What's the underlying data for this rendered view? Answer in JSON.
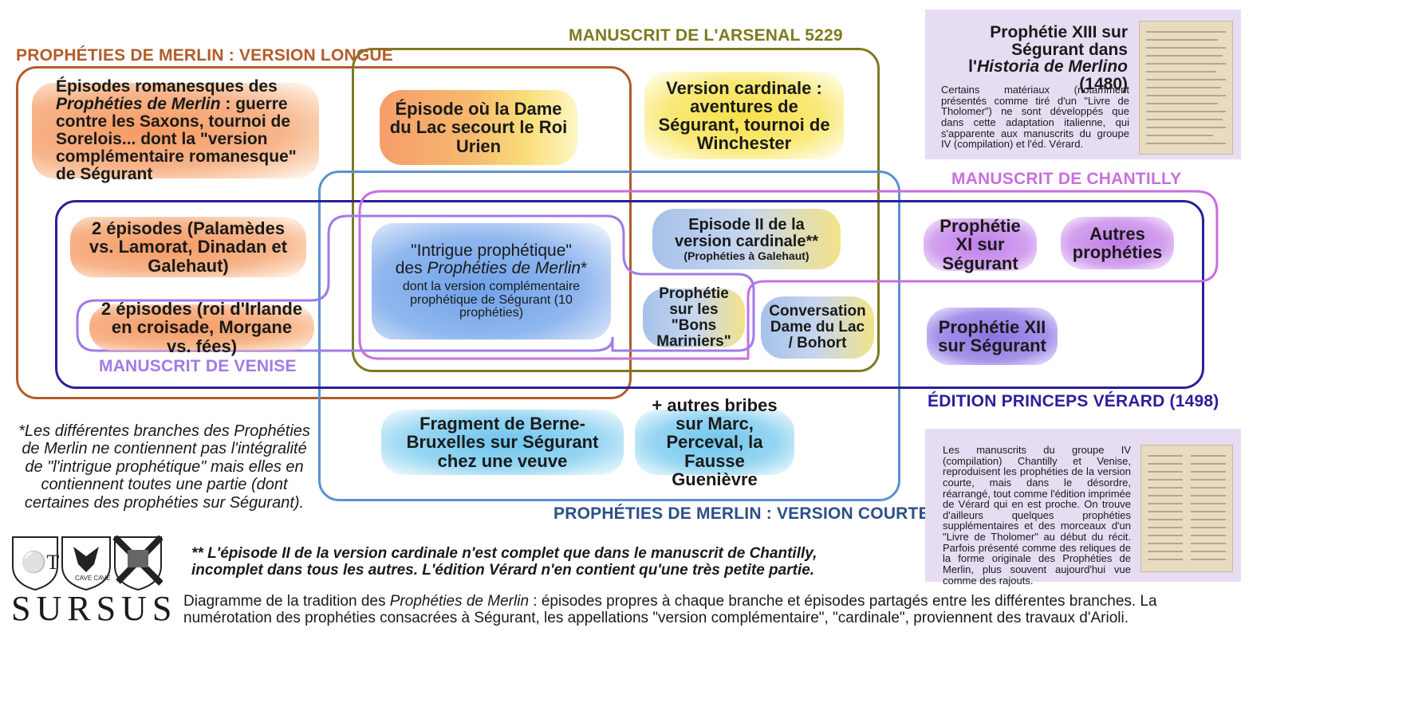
{
  "sets": {
    "longue": {
      "label": "PROPHÉTIES DE MERLIN : VERSION LONGUE",
      "color": "#b35c2a"
    },
    "arsenal": {
      "label": "MANUSCRIT DE L'ARSENAL 5229",
      "color": "#7d7a1e"
    },
    "chantilly": {
      "label": "MANUSCRIT DE CHANTILLY",
      "color": "#c86fde"
    },
    "venise": {
      "label": "MANUSCRIT DE VENISE",
      "color": "#a17be6"
    },
    "courte": {
      "label": "PROPHÉTIES DE MERLIN : VERSION COURTE",
      "color": "#2d4f86"
    },
    "verard": {
      "label": "ÉDITION PRINCEPS VÉRARD (1498)",
      "color": "#2a1f9a"
    }
  },
  "blobs": {
    "romanesques": {
      "pre": "Épisodes romanesques des ",
      "italic": "Prophéties de Merlin",
      "post": " : guerre contre les Saxons, tournoi de Sorelois... dont la \"version complémentaire romanesque\" de Ségurant"
    },
    "dame_lac": "Épisode où la Dame du Lac secourt le Roi Urien",
    "cardinale": "Version cardinale : aventures de Ségurant, tournoi de Winchester",
    "palamedes": "2 épisodes (Palamèdes vs. Lamorat, Dinadan et Galehaut)",
    "irlande": "2 épisodes (roi d'Irlande en croisade, Morgane vs. fées)",
    "intrigue": {
      "line1": "\"Intrigue prophétique\"",
      "line2_pre": "des ",
      "line2_italic": "Prophéties de Merlin",
      "line2_post": "*",
      "sub": "dont la version complémentaire prophétique de Ségurant (10 prophéties)"
    },
    "episode2": {
      "main": "Episode II de la version cardinale**",
      "small": "(Prophéties à Galehaut)"
    },
    "mariniers": "Prophétie sur les \"Bons Mariniers\"",
    "conversation": "Conversation Dame du Lac / Bohort",
    "prophetie11": "Prophétie XI sur Ségurant",
    "autres": "Autres prophéties",
    "prophetie12": "Prophétie XII sur Ségurant",
    "berne": "Fragment de Berne-Bruxelles sur Ségurant chez une veuve",
    "bribes": "+ autres bribes sur Marc, Perceval, la Fausse Guenièvre"
  },
  "panel_top": {
    "title_pre": "Prophétie XIII sur Ségurant dans l'",
    "title_italic": "Historia de Merlino",
    "title_post": " (1480)",
    "text": "Certains matériaux (notamment présentés comme tiré d'un \"Livre de Tholomer\") ne sont développés que dans cette adaptation italienne, qui s'apparente aux manuscrits du groupe IV (compilation) et l'éd. Vérard."
  },
  "panel_bottom": {
    "text": "Les manuscrits du groupe IV (compilation) Chantilly et Venise, reproduisent les prophéties de la version courte, mais dans le désordre, réarrangé, tout comme l'édition imprimée de Vérard qui en est proche. On trouve d'ailleurs quelques prophéties supplémentaires et des morceaux d'un \"Livre de Tholomer\" au début du récit. Parfois présenté comme des reliques de la forme originale des Prophéties de Merlin, plus souvent aujourd'hui vue comme des rajouts."
  },
  "footnote1": "*Les différentes branches des Prophéties de Merlin ne contiennent pas l'intégralité de \"l'intrigue prophétique\" mais elles en contiennent toutes une partie (dont certaines des prophéties sur Ségurant).",
  "footnote2": "** L'épisode II de la version cardinale n'est complet que dans le manuscrit de Chantilly, incomplet dans tous les autres. L'édition Vérard n'en contient qu'une très petite partie.",
  "caption": {
    "pre": "Diagramme de la tradition des ",
    "italic": "Prophéties de Merlin",
    "post": " : épisodes propres à chaque branche et épisodes partagés entre les différentes branches. La numérotation des prophéties consacrées à Ségurant, les appellations \"version complémentaire\", \"cardinale\", proviennent des travaux d'Arioli."
  },
  "logo": {
    "wordmark": "SURSUS",
    "shield_text": "CAVE CAVE"
  }
}
